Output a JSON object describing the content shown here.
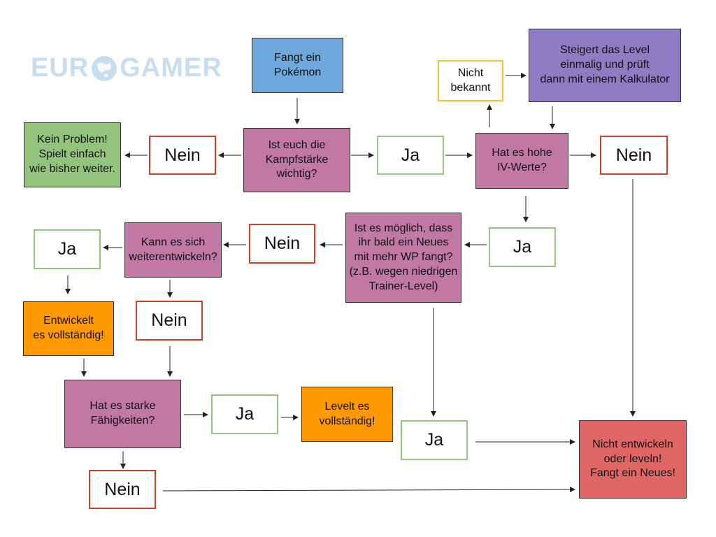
{
  "logo": {
    "text_left": "EUR",
    "text_right": "GAMER",
    "color": "#c7ddf0",
    "icon": "globe-icon"
  },
  "colors": {
    "question": "#c178a3",
    "start": "#6fa8dc",
    "level_check": "#8e7cc3",
    "positive_outcome": "#93c47d",
    "action": "#ff9900",
    "negative_outcome": "#e06666",
    "yes_border": "#93c47d",
    "no_border": "#cc4125",
    "unknown_border": "#f1c232"
  },
  "nodes": {
    "start": "Fangt ein\nPokémon",
    "q_wichtig": "Ist euch die\nKampfstärke\nwichtig?",
    "ans_nein_1": "Nein",
    "kein_problem": "Kein Problem!\nSpielt einfach\nwie bisher weiter.",
    "ans_ja_1": "Ja",
    "q_iv": "Hat es hohe\nIV-Werte?",
    "nicht_bekannt": "Nicht\nbekannt",
    "steigert_level": "Steigert das Level\neinmalig und prüft\ndann mit einem Kalkulator",
    "ans_nein_iv": "Nein",
    "ans_ja_iv": "Ja",
    "q_moeglich": "Ist es möglich, dass\nihr bald ein Neues\nmit mehr WP fangt?\n(z.B. wegen niedrigen\nTrainer-Level)",
    "ans_nein_moeglich": "Nein",
    "q_entwickeln": "Kann es sich\nweiterentwickeln?",
    "ans_ja_entw": "Ja",
    "entwickelt": "Entwickelt\nes vollständig!",
    "ans_nein_entw": "Nein",
    "q_faehigkeiten": "Hat es starke\nFähigkeiten?",
    "ans_ja_faeh": "Ja",
    "levelt": "Levelt es\nvollständig!",
    "ans_nein_faeh": "Nein",
    "ans_ja_moeglich": "Ja",
    "end": "Nicht entwickeln\noder leveln!\nFangt ein Neues!"
  },
  "connections": [
    [
      "start",
      "q_wichtig"
    ],
    [
      "q_wichtig",
      "ans_nein_1"
    ],
    [
      "ans_nein_1",
      "kein_problem"
    ],
    [
      "q_wichtig",
      "ans_ja_1"
    ],
    [
      "ans_ja_1",
      "q_iv"
    ],
    [
      "q_iv",
      "nicht_bekannt"
    ],
    [
      "nicht_bekannt",
      "steigert_level"
    ],
    [
      "steigert_level",
      "q_iv"
    ],
    [
      "q_iv",
      "ans_nein_iv"
    ],
    [
      "ans_nein_iv",
      "end"
    ],
    [
      "q_iv",
      "ans_ja_iv"
    ],
    [
      "ans_ja_iv",
      "q_moeglich"
    ],
    [
      "q_moeglich",
      "ans_nein_moeglich"
    ],
    [
      "ans_nein_moeglich",
      "q_entwickeln"
    ],
    [
      "q_entwickeln",
      "ans_ja_entw"
    ],
    [
      "ans_ja_entw",
      "entwickelt"
    ],
    [
      "entwickelt",
      "q_faehigkeiten"
    ],
    [
      "q_entwickeln",
      "ans_nein_entw"
    ],
    [
      "ans_nein_entw",
      "q_faehigkeiten"
    ],
    [
      "q_faehigkeiten",
      "ans_ja_faeh"
    ],
    [
      "ans_ja_faeh",
      "levelt"
    ],
    [
      "q_faehigkeiten",
      "ans_nein_faeh"
    ],
    [
      "ans_nein_faeh",
      "end"
    ],
    [
      "q_moeglich",
      "ans_ja_moeglich"
    ],
    [
      "ans_ja_moeglich",
      "end"
    ]
  ]
}
